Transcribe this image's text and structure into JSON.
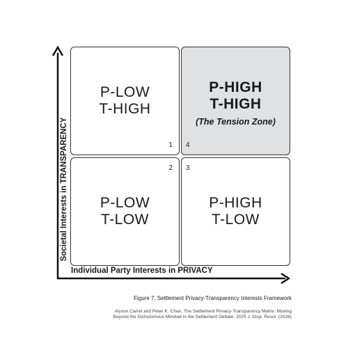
{
  "quadrants": {
    "top_left": {
      "line1": "P-LOW",
      "line2": "T-HIGH",
      "number": "1"
    },
    "top_right": {
      "line1": "P-HIGH",
      "line2": "T-HIGH",
      "subtitle": "(The Tension Zone)",
      "number": "4"
    },
    "bottom_left": {
      "line1": "P-LOW",
      "line2": "T-LOW",
      "number": "2"
    },
    "bottom_right": {
      "line1": "P-HIGH",
      "line2": "T-LOW",
      "number": "3"
    }
  },
  "axes": {
    "y_label": "Societal Interests in TRANSPARENCY",
    "x_label": "Individual Party Interests in PRIVACY"
  },
  "caption": "Figure 7. Settlement Privacy-Transparency Interests Framework",
  "citation": {
    "line1": "Alyson Carrel and Peter K. Chan, The Settlement Privacy-Transparency Matrix: Moving",
    "line2": "Beyond the Dichotomous Mindset in the Settlement Debate, 2025 J. Disp. Resol. (2026)"
  },
  "colors": {
    "highlight": "#e0e1e2",
    "stroke": "#1a1a1a"
  }
}
